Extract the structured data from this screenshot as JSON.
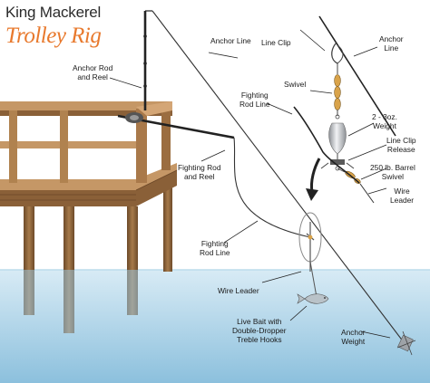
{
  "title": {
    "line1": "King Mackerel",
    "line2": "Trolley Rig"
  },
  "labels": {
    "anchor_line_center": "Anchor Line",
    "line_clip": "Line Clip",
    "anchor_line_right_1": "Anchor",
    "anchor_line_right_2": "Line",
    "anchor_rod_1": "Anchor Rod",
    "anchor_rod_2": "and Reel",
    "swivel": "Swivel",
    "fighting_rod_line_top_1": "Fighting",
    "fighting_rod_line_top_2": "Rod Line",
    "weight_1": "2 - 3oz.",
    "weight_2": "Weight",
    "line_clip_release_1": "Line Clip",
    "line_clip_release_2": "Release",
    "barrel_swivel_1": "250 lb. Barrel",
    "barrel_swivel_2": "Swivel",
    "wire_leader_right_1": "Wire",
    "wire_leader_right_2": "Leader",
    "fighting_rod_reel_1": "Fighting Rod",
    "fighting_rod_reel_2": "and Reel",
    "fighting_rod_line_left_1": "Fighting",
    "fighting_rod_line_left_2": "Rod Line",
    "wire_leader_bottom": "Wire Leader",
    "live_bait_1": "Live Bait with",
    "live_bait_2": "Double-Dropper",
    "live_bait_3": "Treble Hooks",
    "anchor_weight_1": "Anchor",
    "anchor_weight_2": "Weight"
  },
  "colors": {
    "title_accent": "#e8792d",
    "water_top": "#d4e8f3",
    "water_bottom": "#8fc3df",
    "wood_light": "#b88a5a",
    "wood_dark": "#7a5632",
    "line": "#333333",
    "brass": "#d9a34a",
    "lead": "#c9ccd0"
  }
}
